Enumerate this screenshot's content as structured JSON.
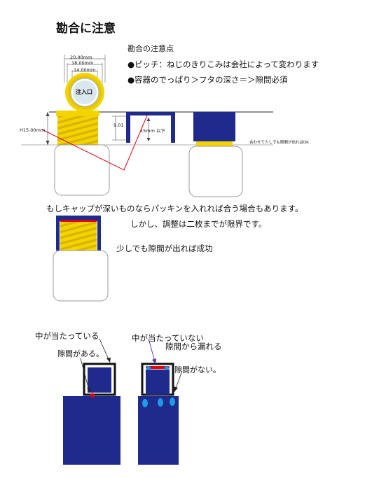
{
  "title": "勘合に注意",
  "notes": {
    "heading": "勘合の注意点",
    "pitch": "●ピッチ：ねじのきりこみは会社によって変わります",
    "container": "●容器のでっぱり＞フタの深さ＝＞隙間必須"
  },
  "cap_top": {
    "dims": [
      "20.00mm",
      "18.00mm",
      "14.00mm"
    ],
    "label": "注入口"
  },
  "measurements": {
    "height": "H15.00mm",
    "gap": "9.01",
    "depth": "15mm 以下"
  },
  "ok_note": "合わせて少しでも隙間が出ればOK",
  "packing": {
    "line1": "もしキャップが深いものならパッキンを入れれば合う場合もあります。",
    "line2": "しかし、調整は二枚までが限界です。",
    "line3": "少しでも隙間が出れば成功"
  },
  "bottom": {
    "left_title": "中が当たっている",
    "left_note": "隙間がある。",
    "right_title": "中が当たっていない",
    "right_leak": "隙間から漏れる",
    "right_note": "隙間がない。"
  },
  "colors": {
    "navy": "#1e2a8c",
    "gold": "#f2d400",
    "red": "#e00010",
    "drop": "#1e9be8"
  }
}
